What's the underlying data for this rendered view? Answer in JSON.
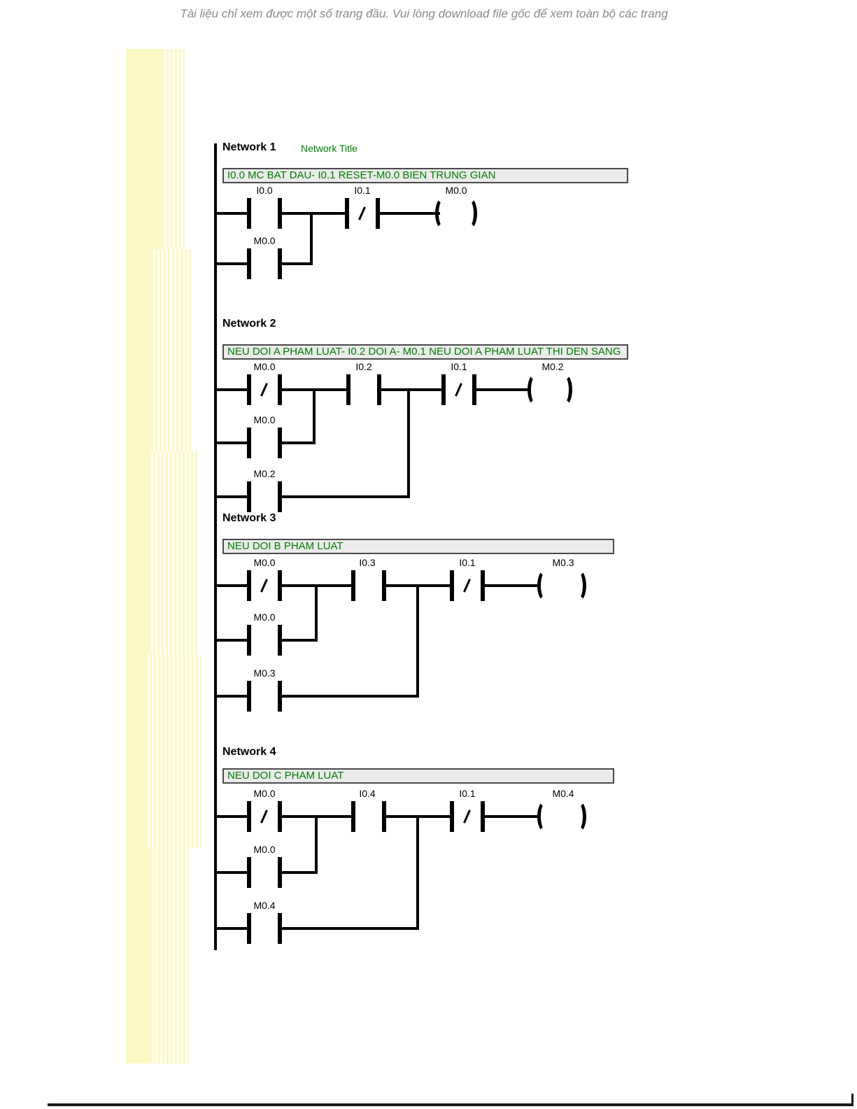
{
  "watermark": "Tài liệu chỉ xem được một số trang đầu. Vui lòng download file gốc để xem toàn bộ các trang",
  "colors": {
    "comment_text_green": "#007d00",
    "comment_bg": "#ebebeb",
    "highlight_yellow": "#fbf8c5",
    "watermark_gray": "#8a8a8a",
    "wire_black": "#000000"
  },
  "networks": [
    {
      "label": "Network 1",
      "title": "Network Title",
      "comment": "I0.0 MC BAT DAU- I0.1 RESET-M0.0 BIEN TRUNG GIAN",
      "contacts": [
        {
          "name": "I0.0",
          "type": "NO"
        },
        {
          "name": "I0.1",
          "type": "NC"
        }
      ],
      "coil": "M0.0",
      "branches": [
        {
          "name": "M0.0",
          "type": "NO"
        }
      ]
    },
    {
      "label": "Network 2",
      "title": "",
      "comment": "NEU DOI A PHAM LUAT- I0.2 DOI A- M0.1 NEU DOI A PHAM LUAT THI DEN SANG",
      "contacts": [
        {
          "name": "M0.0",
          "type": "NC"
        },
        {
          "name": "I0.2",
          "type": "NO"
        },
        {
          "name": "I0.1",
          "type": "NC"
        }
      ],
      "coil": "M0.2",
      "branches": [
        {
          "name": "M0.0",
          "type": "NO"
        },
        {
          "name": "M0.2",
          "type": "NO"
        }
      ]
    },
    {
      "label": "Network 3",
      "title": "",
      "comment": "NEU DOI B PHAM LUAT",
      "contacts": [
        {
          "name": "M0.0",
          "type": "NC"
        },
        {
          "name": "I0.3",
          "type": "NO"
        },
        {
          "name": "I0.1",
          "type": "NC"
        }
      ],
      "coil": "M0.3",
      "branches": [
        {
          "name": "M0.0",
          "type": "NO"
        },
        {
          "name": "M0.3",
          "type": "NO"
        }
      ]
    },
    {
      "label": "Network 4",
      "title": "",
      "comment": "NEU DOI C PHAM LUAT",
      "contacts": [
        {
          "name": "M0.0",
          "type": "NC"
        },
        {
          "name": "I0.4",
          "type": "NO"
        },
        {
          "name": "I0.1",
          "type": "NC"
        }
      ],
      "coil": "M0.4",
      "branches": [
        {
          "name": "M0.0",
          "type": "NO"
        },
        {
          "name": "M0.4",
          "type": "NO"
        }
      ]
    }
  ]
}
